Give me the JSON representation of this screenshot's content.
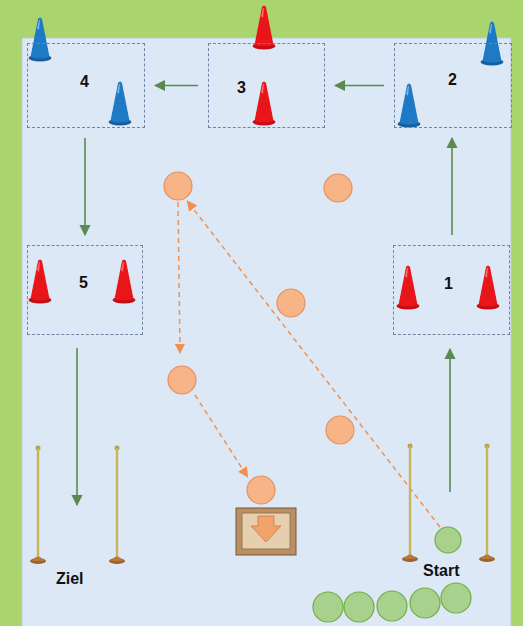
{
  "diagram": {
    "nodes": [
      {
        "text": [
          "4"
        ]
      },
      {
        "text": [
          "3"
        ]
      },
      {
        "text": [
          "2"
        ]
      },
      {
        "text": [
          "5"
        ]
      },
      {
        "text": [
          "1"
        ]
      }
    ],
    "edges": [
      {
        "from": 4,
        "to": 2,
        "arrow": "to"
      },
      {
        "from": 2,
        "to": 1,
        "arrow": "to"
      },
      {
        "from": 1,
        "to": 0,
        "arrow": "to"
      },
      {
        "from": 0,
        "to": 3,
        "arrow": "to"
      }
    ],
    "labels": [
      "Ziel",
      "Start"
    ]
  }
}
